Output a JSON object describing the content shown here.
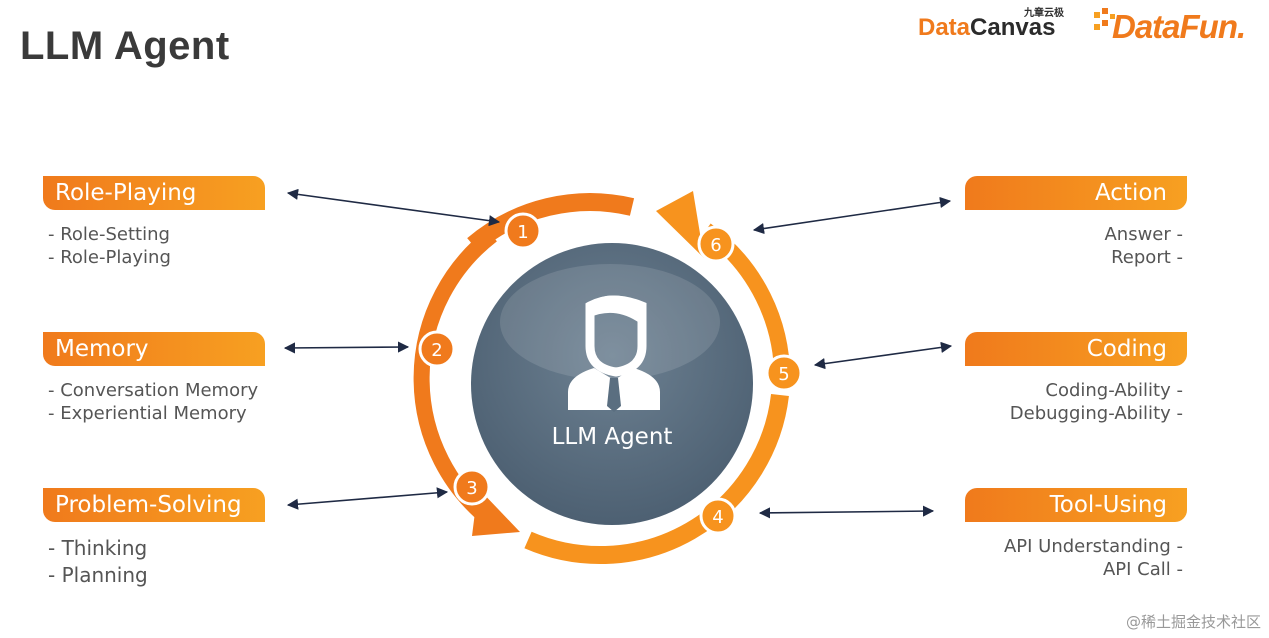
{
  "title": "LLM Agent",
  "logos": {
    "datacanvas_cn": "九章云极",
    "datacanvas_part1": "Data",
    "datacanvas_part2": "Canvas",
    "datafun": "DataFun."
  },
  "center": {
    "label": "LLM Agent",
    "icon": "person-icon"
  },
  "steps": [
    "1",
    "2",
    "3",
    "4",
    "5",
    "6"
  ],
  "left_sections": [
    {
      "title": "Role-Playing",
      "items": [
        "- Role-Setting",
        "- Role-Playing"
      ]
    },
    {
      "title": "Memory",
      "items": [
        "- Conversation Memory",
        "- Experiential Memory"
      ]
    },
    {
      "title": "Problem-Solving",
      "items": [
        "- Thinking",
        "- Planning"
      ]
    }
  ],
  "right_sections": [
    {
      "title": "Action",
      "items": [
        "Answer -",
        "Report -"
      ]
    },
    {
      "title": "Coding",
      "items": [
        "Coding-Ability -",
        "Debugging-Ability -"
      ]
    },
    {
      "title": "Tool-Using",
      "items": [
        "API Understanding -",
        "API Call -"
      ]
    }
  ],
  "watermark": "@稀土掘金技术社区",
  "colors": {
    "accent": "#f07a1c",
    "accent_light": "#f7a021",
    "circle": "#5a6e80",
    "title": "#3a3a3a"
  }
}
